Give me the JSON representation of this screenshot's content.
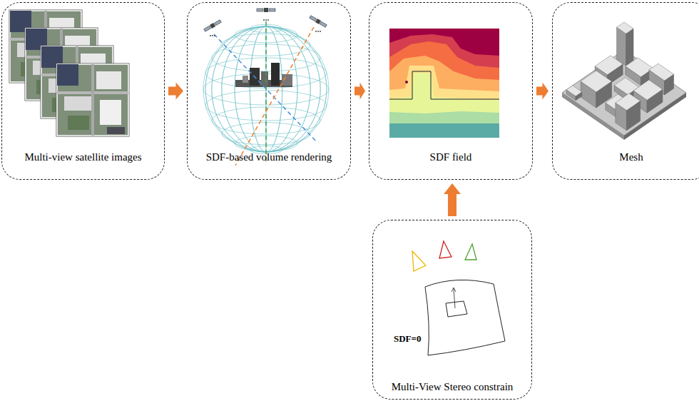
{
  "diagram": {
    "nodes": [
      {
        "text": [
          "Multi-view satellite images"
        ]
      },
      {
        "text": [
          "SDF-based volume rendering"
        ]
      },
      {
        "text": [
          "SDF field"
        ]
      },
      {
        "text": [
          "Mesh"
        ]
      },
      {
        "text": [
          "Multi-View Stereo constrain"
        ]
      }
    ],
    "edges": [
      {
        "from": 0,
        "to": 1,
        "arrow": "to"
      },
      {
        "from": 1,
        "to": 2,
        "arrow": "to"
      },
      {
        "from": 2,
        "to": 3,
        "arrow": "to"
      },
      {
        "from": 4,
        "to": 2,
        "arrow": "to"
      }
    ],
    "labels": [
      "SDF=0"
    ]
  }
}
